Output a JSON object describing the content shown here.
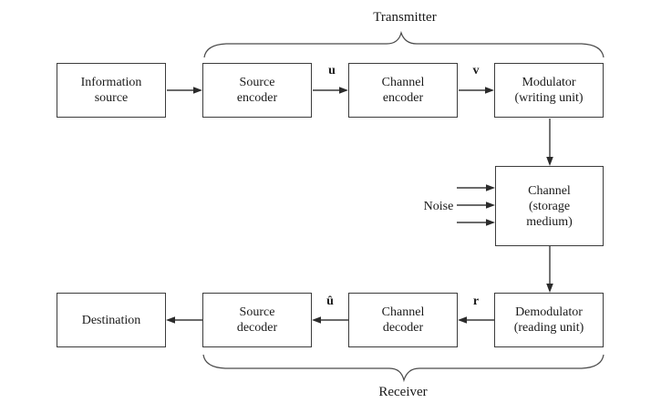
{
  "diagram": {
    "title_top": "Transmitter",
    "title_bottom": "Receiver",
    "noise_label": "Noise",
    "boxes": {
      "information_source": "Information\nsource",
      "source_encoder": "Source\nencoder",
      "channel_encoder": "Channel\nencoder",
      "modulator": "Modulator\n(writing unit)",
      "channel": "Channel\n(storage\nmedium)",
      "demodulator": "Demodulator\n(reading unit)",
      "channel_decoder": "Channel\ndecoder",
      "source_decoder": "Source\ndecoder",
      "destination": "Destination"
    },
    "signals": {
      "u": "u",
      "v": "v",
      "u_hat": "û",
      "r": "r"
    },
    "colors": {
      "line": "#3a3a3a",
      "text": "#1a1a1a",
      "background": "#ffffff"
    }
  }
}
